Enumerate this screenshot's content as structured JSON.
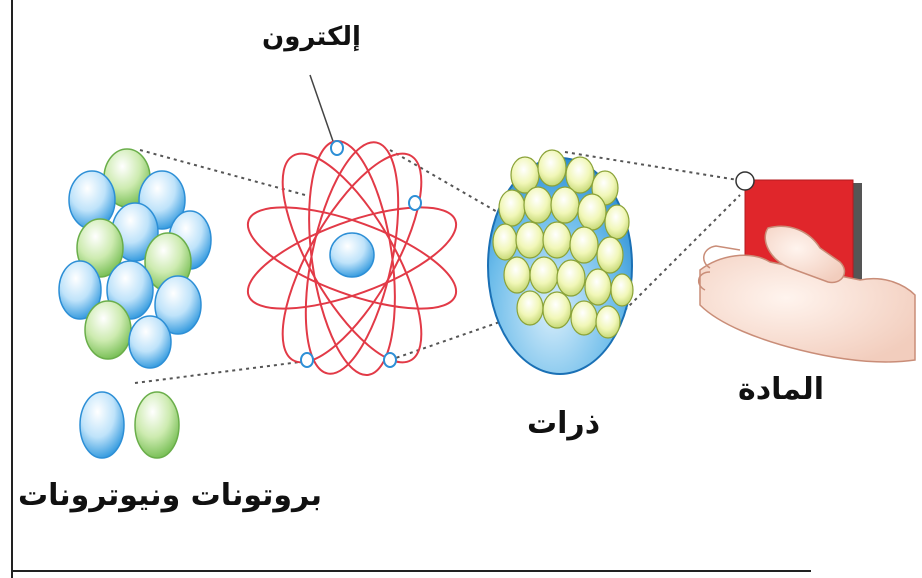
{
  "labels": {
    "nucleons": "بروتونات ونيوترونات",
    "electron": "إلكترون",
    "atoms": "ذرات",
    "matter": "المادة"
  },
  "colors": {
    "proton": "#8fcaf0",
    "neutron": "#a9dc86",
    "orbit": "#e23a47",
    "atom_cell": "#e9f39a",
    "atom_sphere": "#4aa9e2",
    "matter_block": "#e0262b",
    "dotted_line": "#555555"
  },
  "icons": [
    "nucleus-cluster-icon",
    "atom-orbit-icon",
    "atom-sphere-icon",
    "hand-holding-block-icon"
  ]
}
